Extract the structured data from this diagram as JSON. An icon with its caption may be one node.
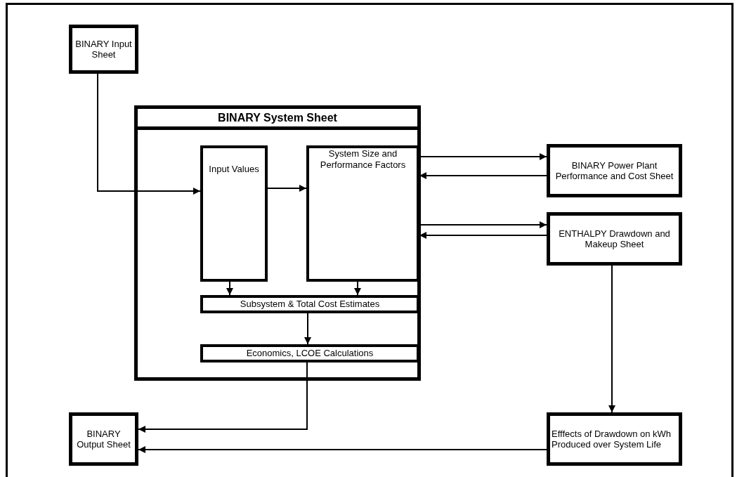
{
  "diagram": {
    "nodes": [
      {
        "text": [
          "BINARY Input Sheet"
        ]
      },
      {
        "text": [
          "BINARY System Sheet"
        ]
      },
      {
        "text": [
          "Input Values"
        ],
        "in": 1
      },
      {
        "text": [
          "System Size and Performance Factors"
        ],
        "in": 1
      },
      {
        "text": [
          "Subsystem & Total Cost Estimates"
        ],
        "in": 1
      },
      {
        "text": [
          "Economics, LCOE Calculations"
        ],
        "in": 1
      },
      {
        "text": [
          "BINARY Power Plant Performance and Cost Sheet"
        ]
      },
      {
        "text": [
          "ENTHALPY Drawdown and Makeup Sheet"
        ]
      },
      {
        "text": [
          "BINARY Output Sheet"
        ]
      },
      {
        "text": [
          "Efffects of Drawdown on kWh Produced over System Life"
        ]
      }
    ],
    "edges": [
      {
        "from": 0,
        "to": 2,
        "arrow": "to"
      },
      {
        "from": 2,
        "to": 3,
        "arrow": "to"
      },
      {
        "from": 3,
        "to": 6,
        "arrow": "to"
      },
      {
        "from": 6,
        "to": 3,
        "arrow": "to"
      },
      {
        "from": 3,
        "to": 7,
        "arrow": "to"
      },
      {
        "from": 7,
        "to": 3,
        "arrow": "to"
      },
      {
        "from": 2,
        "to": 4,
        "arrow": "to"
      },
      {
        "from": 3,
        "to": 4,
        "arrow": "to"
      },
      {
        "from": 4,
        "to": 5,
        "arrow": "to"
      },
      {
        "from": 5,
        "to": 8,
        "arrow": "to"
      },
      {
        "from": 9,
        "to": 8,
        "arrow": "to"
      },
      {
        "from": 7,
        "to": 9,
        "arrow": "to"
      }
    ]
  }
}
